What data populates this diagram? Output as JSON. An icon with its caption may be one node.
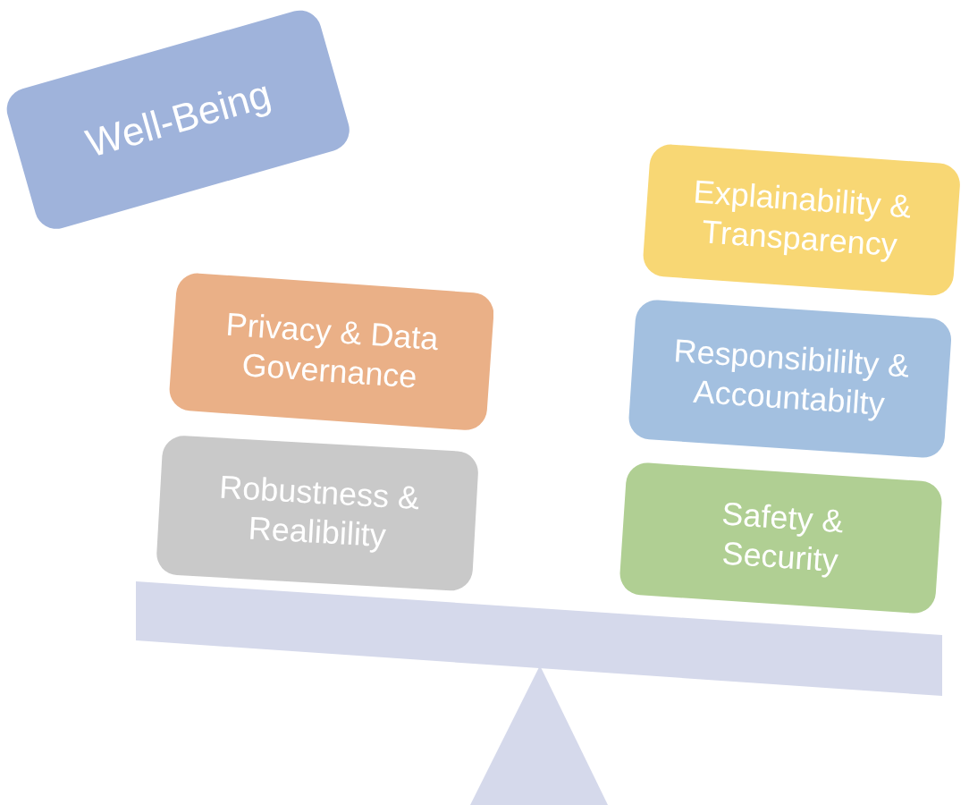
{
  "diagram": {
    "nodes": [
      {
        "text": [
          "Well-Being"
        ]
      },
      {
        "text": [
          "Privacy & Data Governance"
        ]
      },
      {
        "text": [
          "Robustness & Realibility"
        ]
      },
      {
        "text": [
          "Explainability & Transparency"
        ]
      },
      {
        "text": [
          "Responsibililty & Accountabilty"
        ]
      },
      {
        "text": [
          "Safety & Security"
        ]
      }
    ]
  }
}
